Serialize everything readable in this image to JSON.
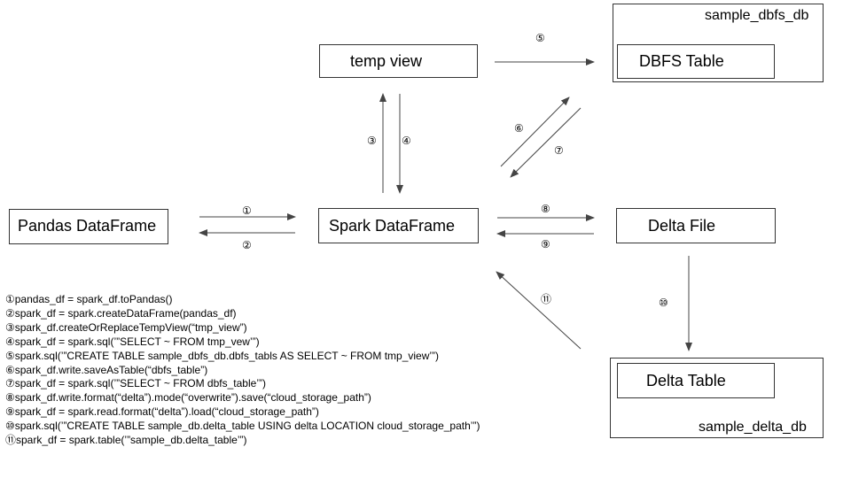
{
  "nodes": {
    "temp_view": "temp view",
    "dbfs_table": "DBFS Table",
    "sample_dbfs_db": "sample_dbfs_db",
    "pandas_df": "Pandas DataFrame",
    "spark_df": "Spark DataFrame",
    "delta_file": "Delta File",
    "delta_table": "Delta Table",
    "sample_delta_db": "sample_delta_db"
  },
  "arrow_labels": [
    "①",
    "②",
    "③",
    "④",
    "⑤",
    "⑥",
    "⑦",
    "⑧",
    "⑨",
    "⑩",
    "⑪"
  ],
  "legend": [
    "①pandas_df = spark_df.toPandas()",
    "②spark_df = spark.createDataFrame(pandas_df)",
    "③spark_df.createOrReplaceTempView(“tmp_view”)",
    "④spark_df = spark.sql(’”SELECT ~ FROM tmp_vew’”)",
    "⑤spark.sql(’”CREATE TABLE sample_dbfs_db.dbfs_tabls AS SELECT ~ FROM tmp_view’”)",
    "⑥spark_df.write.saveAsTable(“dbfs_table”)",
    "⑦spark_df = spark.sql(’”SELECT ~ FROM dbfs_table’”)",
    "⑧spark_df.write.format(“delta”).mode(“overwrite”).save(“cloud_storage_path”)",
    "⑨spark_df = spark.read.format(“delta”).load(“cloud_storage_path”)",
    "⑩spark.sql(’”CREATE TABLE sample_db.delta_table USING delta LOCATION cloud_storage_path’”)",
    "⑪spark_df = spark.table(’”sample_db.delta_table’”)"
  ]
}
